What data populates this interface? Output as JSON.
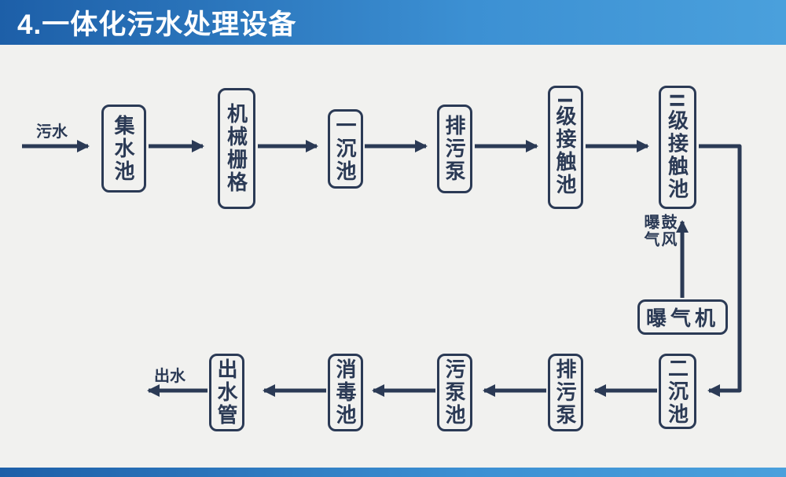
{
  "title": "4.一体化污水处理设备",
  "labels": {
    "inlet": "污水",
    "outlet": "出水",
    "aeration": "鼓风\n曝气"
  },
  "nodes": {
    "collection_tank": "集水池",
    "mechanical_grid": "机械栅格",
    "primary_sedimentation_tank": "一沉池",
    "sewage_pump_top": "排污泵",
    "stage1_contact_tank": "I级接触池",
    "stage2_contact_tank": "II级接触池",
    "aerator": "曝气机",
    "secondary_sedimentation_tank": "二沉池",
    "sewage_pump_bottom": "排污泵",
    "sludge_pump_tank": "污泵池",
    "disinfection_tank": "消毒池",
    "outlet_pipe": "出水管"
  },
  "colors": {
    "line": "#2b3a55",
    "banner_left": "#1d5fa8",
    "banner_right": "#4aa0dc",
    "background": "#f1f1ef"
  }
}
